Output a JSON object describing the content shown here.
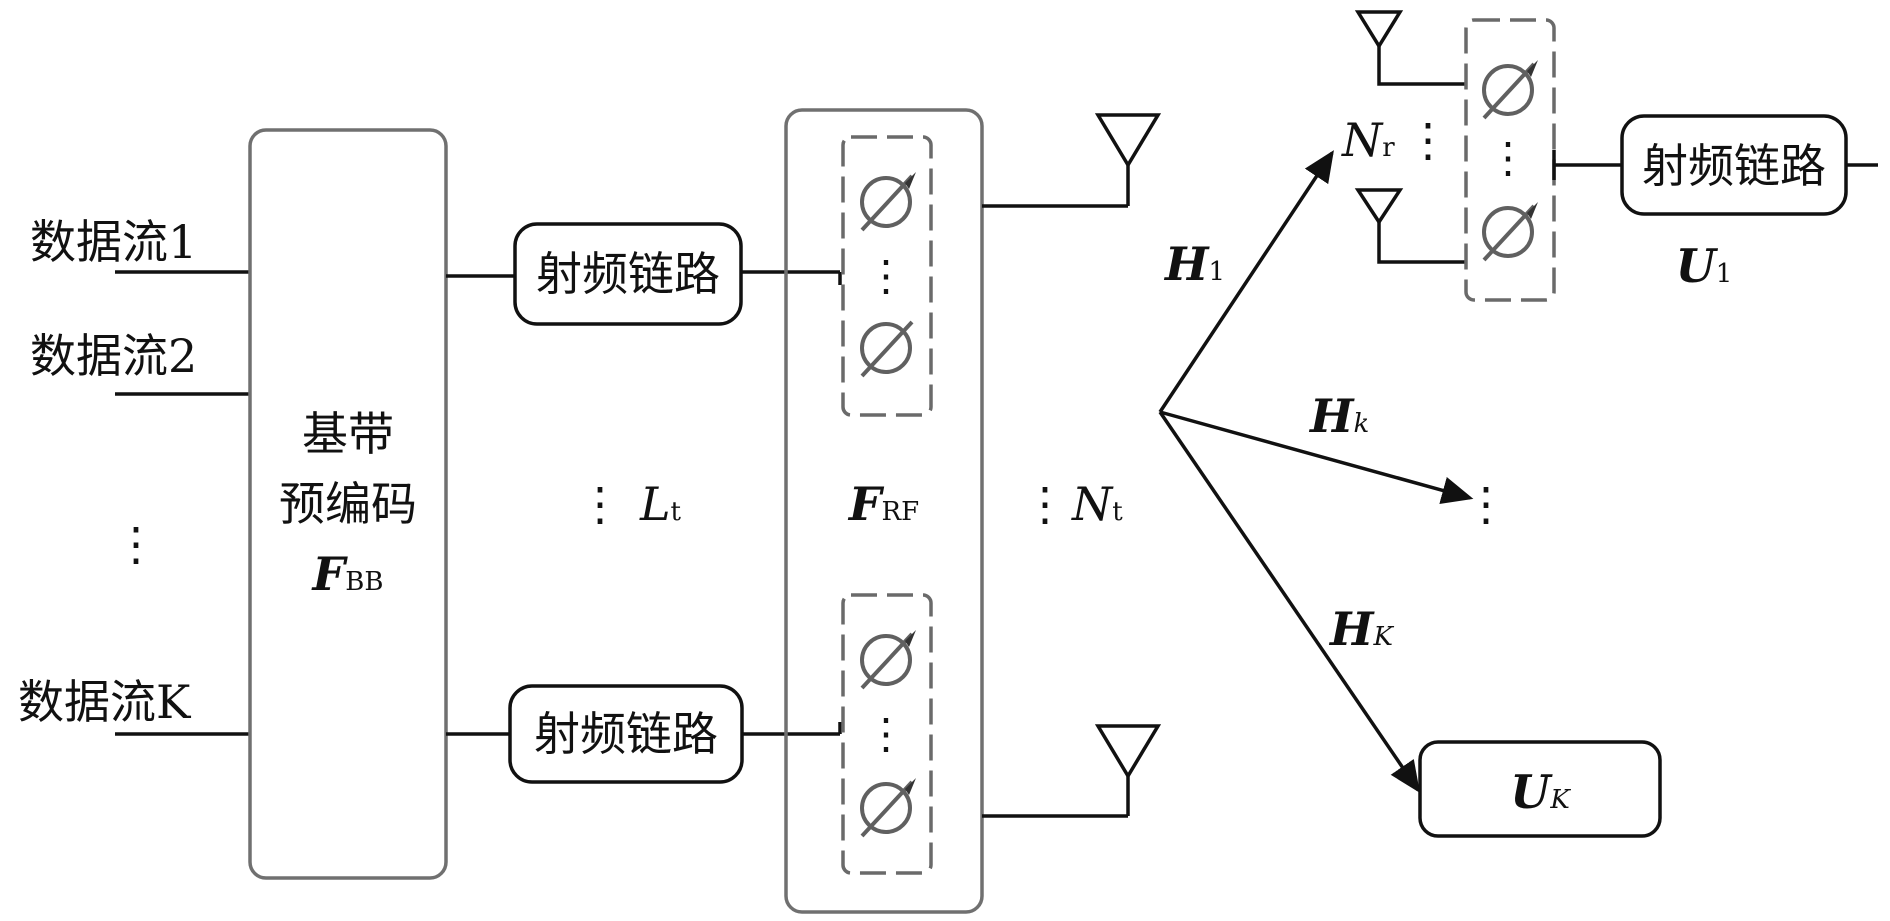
{
  "streams": [
    "数据流1",
    "数据流2",
    "数据流K"
  ],
  "precoder": {
    "line1": "基带",
    "line2": "预编码",
    "symbol": "F",
    "sub": "BB"
  },
  "rf_chain_label": "射频链路",
  "lt": {
    "symbol": "L",
    "sub": "t"
  },
  "frf": {
    "symbol": "F",
    "sub": "RF"
  },
  "nt": {
    "symbol": "N",
    "sub": "t"
  },
  "nr": {
    "symbol": "N",
    "sub": "r"
  },
  "channels": [
    {
      "symbol": "H",
      "sub": "1"
    },
    {
      "symbol": "H",
      "sub": "k"
    },
    {
      "symbol": "H",
      "sub": "K"
    }
  ],
  "users": [
    {
      "symbol": "U",
      "sub": "1"
    },
    {
      "symbol": "U",
      "sub": "K"
    }
  ],
  "ellipsis": "⋮"
}
